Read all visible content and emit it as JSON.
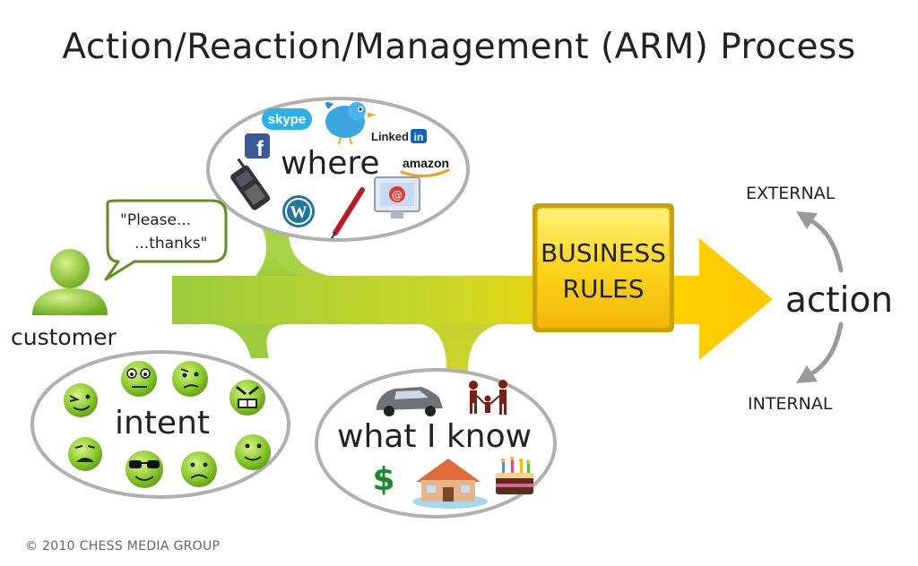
{
  "title": "Action/Reaction/Management (ARM) Process",
  "customer": {
    "label": "customer",
    "speech": [
      "\"Please...",
      "...thanks\""
    ]
  },
  "where": {
    "label": "where",
    "brands": {
      "skype": "skype",
      "linkedin": "Linked",
      "linkedin_in": "in",
      "amazon": "amazon",
      "facebook": "f"
    }
  },
  "intent": {
    "label": "intent"
  },
  "what_i_know": {
    "label": "what I know",
    "dollar": "$"
  },
  "business_rules": [
    "BUSINESS",
    "RULES"
  ],
  "action": {
    "label": "action",
    "external": "EXTERNAL",
    "internal": "INTERNAL"
  },
  "copyright": "© 2010 CHESS MEDIA GROUP",
  "colors": {
    "arrow_green": "#8dc63f",
    "arrow_yellow": "#ffd200",
    "box_yellow": "#f9c80e",
    "bubble_border": "#b0b0b0",
    "speech_border": "#6a9a25"
  }
}
